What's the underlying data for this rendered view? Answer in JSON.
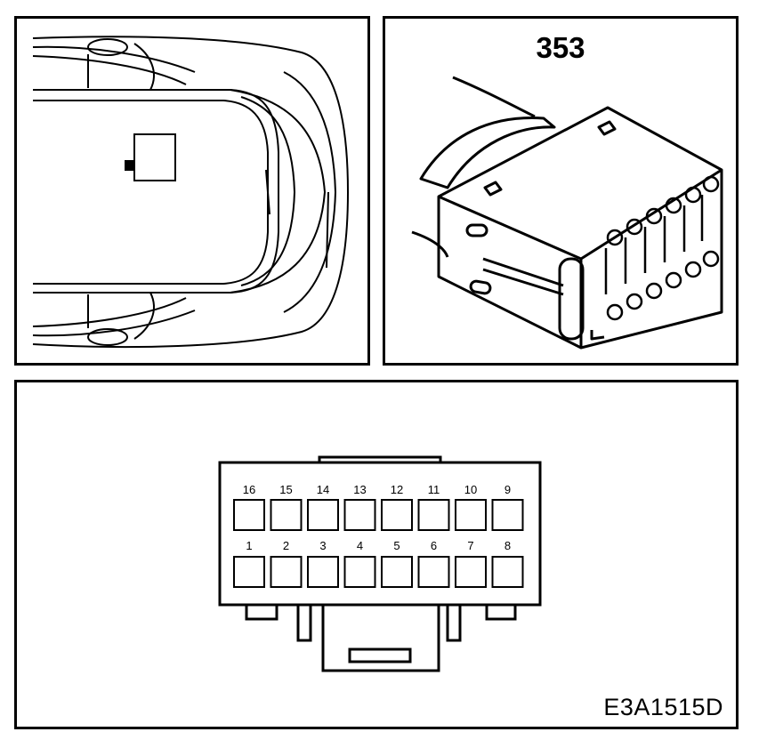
{
  "connector": {
    "number": "353"
  },
  "diagram_code": "E3A1515D",
  "pins": {
    "top_row": [
      "16",
      "15",
      "14",
      "13",
      "12",
      "11",
      "10",
      "9"
    ],
    "bottom_row": [
      "1",
      "2",
      "3",
      "4",
      "5",
      "6",
      "7",
      "8"
    ]
  }
}
